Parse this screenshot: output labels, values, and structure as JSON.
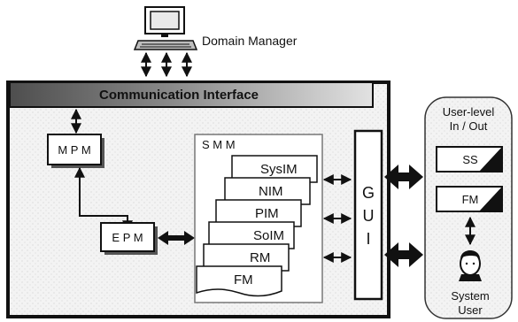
{
  "domain_manager": {
    "label": "Domain Manager",
    "icon": "computer-terminal-icon"
  },
  "communication_interface": {
    "label": "Communication Interface"
  },
  "mpm": {
    "label": "M P M"
  },
  "epm": {
    "label": "E P M"
  },
  "smm": {
    "title": "S M M",
    "pages": [
      "SysIM",
      "NIM",
      "PIM",
      "SoIM",
      "RM",
      "FM"
    ]
  },
  "gui": {
    "letters": [
      "G",
      "U",
      "I"
    ]
  },
  "user_panel": {
    "title_line1": "User-level",
    "title_line2": "In / Out",
    "ss": "SS",
    "fm": "FM",
    "user_line1": "System",
    "user_line2": "User",
    "user_icon": "person-head-icon"
  },
  "colors": {
    "stroke": "#111111",
    "panel_fill": "#f1f1f1",
    "bar_dark": "#5a5a5a",
    "bar_light": "#d6d6d6"
  }
}
